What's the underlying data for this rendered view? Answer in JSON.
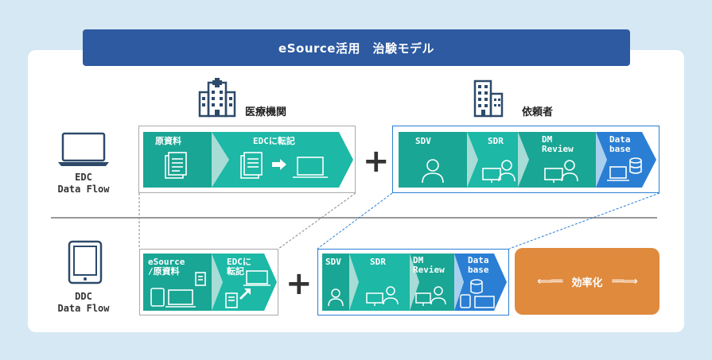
{
  "title": "eSource活用　治験モデル",
  "org_left": "医療機関",
  "org_right": "依頼者",
  "flows": [
    {
      "line1": "EDC",
      "line2": "Data Flow"
    },
    {
      "line1": "DDC",
      "line2": "Data Flow"
    }
  ],
  "edc_left": [
    "原資料",
    "EDCに転記"
  ],
  "edc_right": [
    "SDV",
    "SDR",
    "DM\nReview",
    "Data\nbase"
  ],
  "ddc_left": [
    "eSource\n/原資料",
    "EDCに\n転記"
  ],
  "ddc_right": [
    "SDV",
    "SDR",
    "DM\nReview",
    "Data\nbase"
  ],
  "plus": "+",
  "efficiency": {
    "arrow_left": "⟸══",
    "label": "効率化",
    "arrow_right": "══⟹"
  },
  "colors": {
    "dark_teal": "#1aa694",
    "light_teal": "#1db8a6",
    "blue": "#2a7fd4",
    "navy": "#2d5aa0",
    "orange": "#e08a3e"
  }
}
